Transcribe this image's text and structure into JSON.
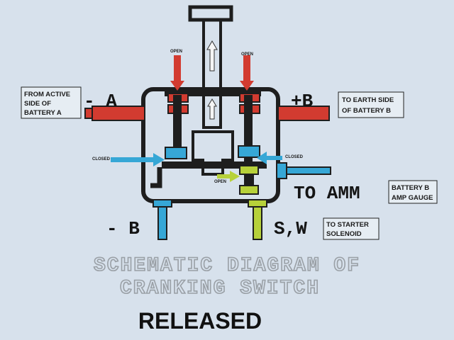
{
  "labels": {
    "from_active_line1": "FROM ACTIVE",
    "from_active_line2": "SIDE OF",
    "from_active_line3": "BATTERY A",
    "to_earth_line1": "TO EARTH SIDE",
    "to_earth_line2": "OF BATTERY B",
    "battery_b_line1": "BATTERY B",
    "battery_b_line2": "AMP GAUGE",
    "to_starter_line1": "TO STARTER",
    "to_starter_line2": "SOLENOID"
  },
  "terminals": {
    "minus_a": "- A",
    "plus_b": "+B",
    "to_amm": "TO AMM",
    "minus_b": "- B",
    "sw": "S,W"
  },
  "indicators": {
    "open_left": "OPEN",
    "open_right": "OPEN",
    "closed_left": "CLOSED",
    "closed_right": "CLOSED",
    "open_green": "OPEN"
  },
  "title": {
    "line1": "SCHEMATIC DIAGRAM OF",
    "line2": "CRANKING SWITCH",
    "state": "RELEASED"
  },
  "colors": {
    "background": "#d7e1ec",
    "red": "#d23b30",
    "blue": "#36a7d6",
    "green": "#b7d13a",
    "outline": "#1e1e1e"
  }
}
